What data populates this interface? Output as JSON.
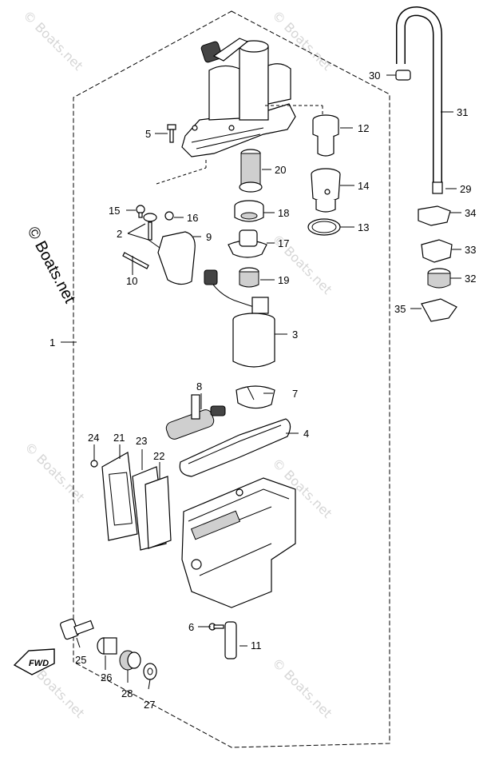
{
  "watermark": "© Boats.net",
  "side_watermark": "© Boats.net",
  "fwd_label": "FWD",
  "callouts": {
    "c1": "1",
    "c2": "2",
    "c3": "3",
    "c4": "4",
    "c5": "5",
    "c6": "6",
    "c7": "7",
    "c8": "8",
    "c9": "9",
    "c10": "10",
    "c11": "11",
    "c12": "12",
    "c13": "13",
    "c14": "14",
    "c15": "15",
    "c16": "16",
    "c17": "17",
    "c18": "18",
    "c19": "19",
    "c20": "20",
    "c21": "21",
    "c22": "22",
    "c23": "23",
    "c24": "24",
    "c25": "25",
    "c26": "26",
    "c27": "27",
    "c28": "28",
    "c29": "29",
    "c30": "30",
    "c31": "31",
    "c32": "32",
    "c33": "33",
    "c34": "34",
    "c35": "35"
  }
}
